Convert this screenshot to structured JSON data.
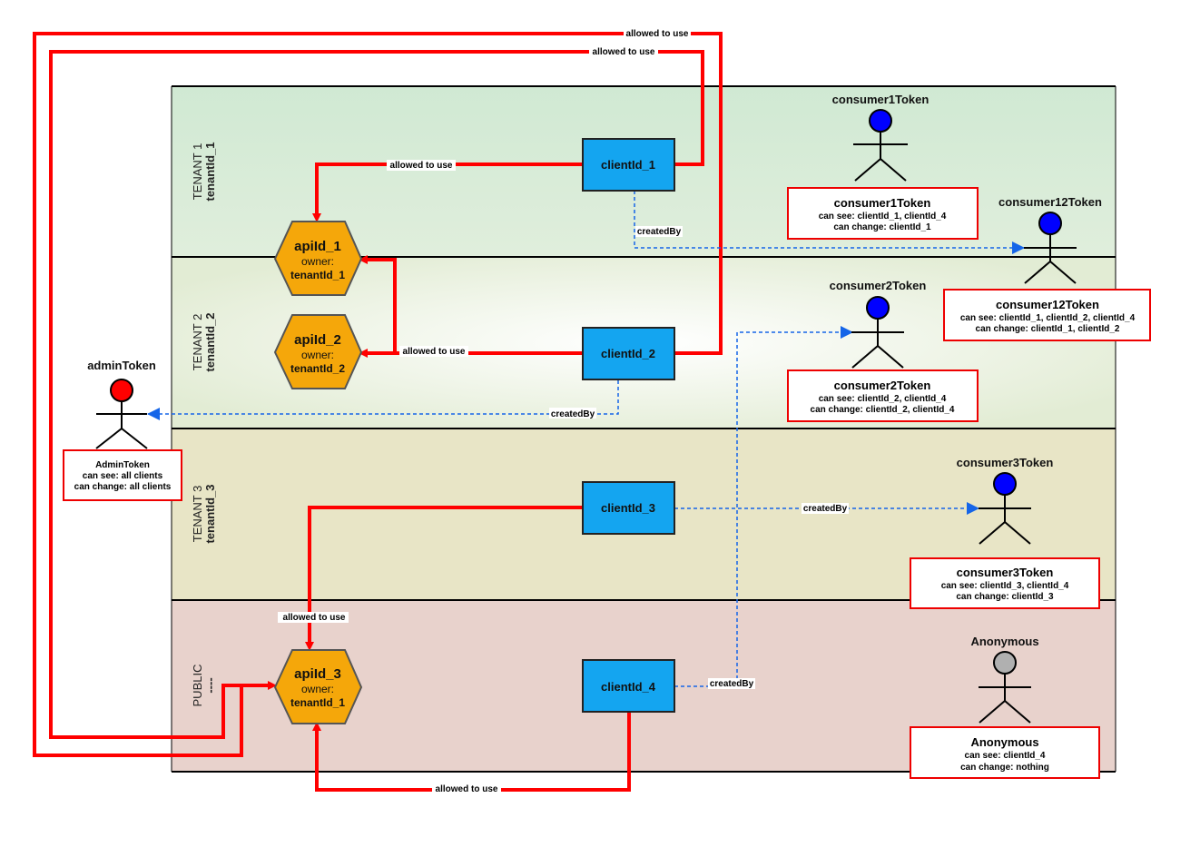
{
  "lanes": [
    {
      "name": "TENANT 1",
      "id": "tenantId_1"
    },
    {
      "name": "TENANT 2",
      "id": "tenantId_2"
    },
    {
      "name": "TENANT 3",
      "id": "tenantId_3"
    },
    {
      "name": "PUBLIC",
      "id": "----"
    }
  ],
  "apis": [
    {
      "title": "apiId_1",
      "owner_label": "owner:",
      "owner": "tenantId_1"
    },
    {
      "title": "apiId_2",
      "owner_label": "owner:",
      "owner": "tenantId_2"
    },
    {
      "title": "apiId_3",
      "owner_label": "owner:",
      "owner": "tenantId_1"
    }
  ],
  "clients": [
    "clientId_1",
    "clientId_2",
    "clientId_3",
    "clientId_4"
  ],
  "edge_labels": {
    "allowed": "allowed to use",
    "created": "createdBy"
  },
  "actors": {
    "admin": "adminToken",
    "consumer1": "consumer1Token",
    "consumer12": "consumer12Token",
    "consumer2": "consumer2Token",
    "consumer3": "consumer3Token",
    "anonymous": "Anonymous"
  },
  "boxes": {
    "admin": {
      "title": "AdminToken",
      "see": "can see: all clients",
      "change": "can change: all clients"
    },
    "consumer1": {
      "title": "consumer1Token",
      "see": "can see: clientId_1, clientId_4",
      "change": "can change:  clientId_1"
    },
    "consumer12": {
      "title": "consumer12Token",
      "see": "can see: clientId_1, clientId_2, clientId_4",
      "change": "can change: clientId_1, clientId_2"
    },
    "consumer2": {
      "title": "consumer2Token",
      "see": "can see: clientId_2, clientId_4",
      "change": "can change: clientId_2, clientId_4"
    },
    "consumer3": {
      "title": "consumer3Token",
      "see": "can see: clientId_3, clientId_4",
      "change": "can change: clientId_3"
    },
    "anonymous": {
      "title": "Anonymous",
      "see": "can see: clientId_4",
      "change": "can change: nothing"
    }
  },
  "colors": {
    "tenant1_bg": "#d3ead6",
    "tenant2_bg": "#eef3e4",
    "tenant3_bg": "#e8e5c6",
    "public_bg": "#e8d2cc",
    "api_fill": "#f5a70a",
    "client_fill": "#14a5f0",
    "allowed_edge": "#ff0000",
    "created_edge": "#1565e8",
    "admin_head": "#ff0000",
    "consumer_head": "#0000ff",
    "anonymous_head": "#b0b0b0"
  }
}
